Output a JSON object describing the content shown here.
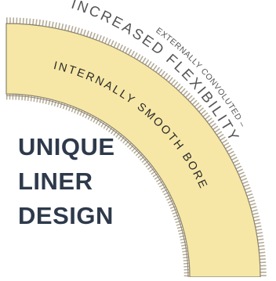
{
  "arc_labels": {
    "outer_small": "EXTERNALLY CONVOLUTED –",
    "outer_large": "INCREASED FLEXIBILITY",
    "inner": "INTERNALLY SMOOTH BORE"
  },
  "headline": {
    "line1": "UNIQUE",
    "line2": "LINER",
    "line3": "DESIGN"
  },
  "colors": {
    "liner_fill": "#f6e7a6",
    "liner_stroke": "#8a826c",
    "corrugation": "#b5ab97",
    "outer_text": "#555555",
    "inner_text": "#2a2a2a",
    "headline": "#2e3a4b"
  }
}
